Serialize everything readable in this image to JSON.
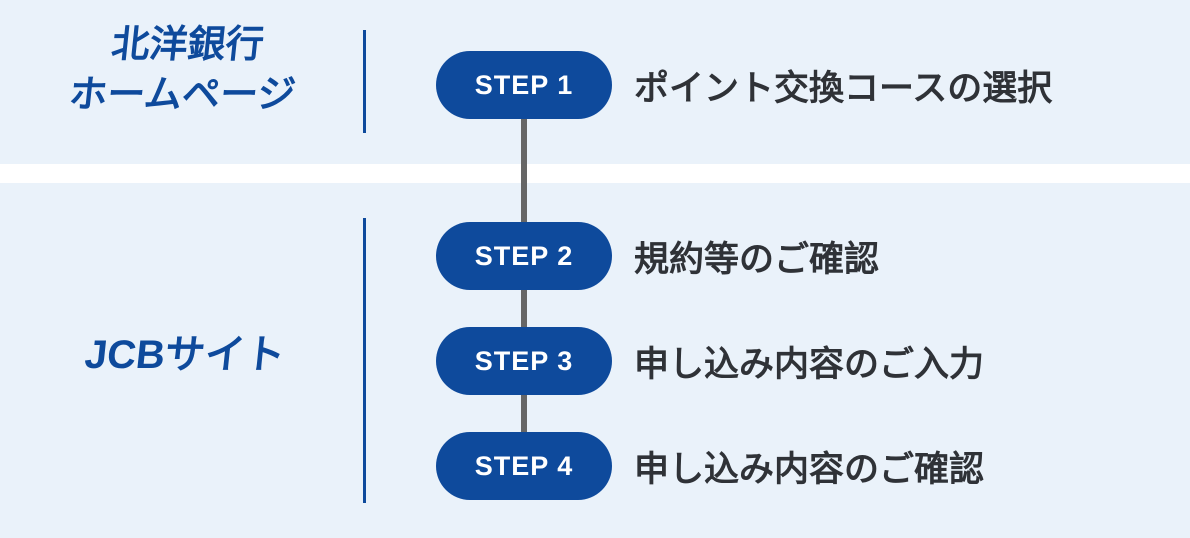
{
  "colors": {
    "background": "#EAF2FA",
    "primary_blue": "#0E4A9C",
    "connector_gray": "#666666",
    "step_text": "#2F3237",
    "white": "#FFFFFF"
  },
  "sections": {
    "bank": {
      "title_line1": "北洋銀行",
      "title_line2": "ホームページ",
      "steps": [
        {
          "badge": "STEP 1",
          "label": "ポイント交換コースの選択"
        }
      ]
    },
    "jcb": {
      "title": "JCBサイト",
      "steps": [
        {
          "badge": "STEP 2",
          "label": "規約等のご確認"
        },
        {
          "badge": "STEP 3",
          "label": "申し込み内容のご入力"
        },
        {
          "badge": "STEP 4",
          "label": "申し込み内容のご確認"
        }
      ]
    }
  }
}
